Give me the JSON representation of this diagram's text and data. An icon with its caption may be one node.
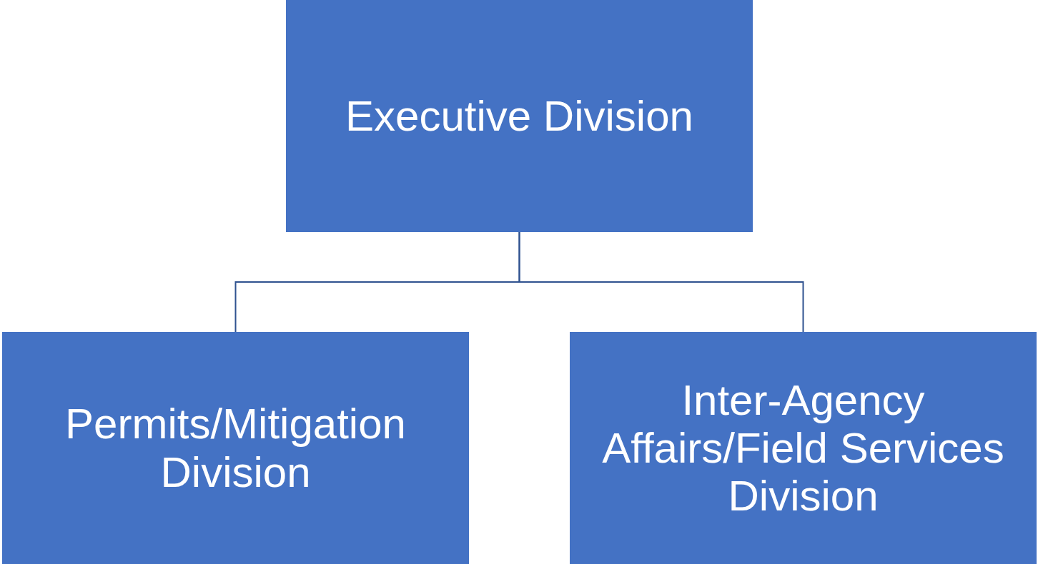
{
  "diagram": {
    "nodes": [
      {
        "text": [
          "Executive Division"
        ]
      },
      {
        "text": [
          "Permits/Mitigation Division"
        ]
      },
      {
        "text": [
          "Inter-Agency Affairs/Field Services Division"
        ]
      }
    ],
    "edges": [
      {
        "from": 0,
        "to": 1,
        "arrow": "none"
      },
      {
        "from": 0,
        "to": 2,
        "arrow": "none"
      }
    ]
  }
}
